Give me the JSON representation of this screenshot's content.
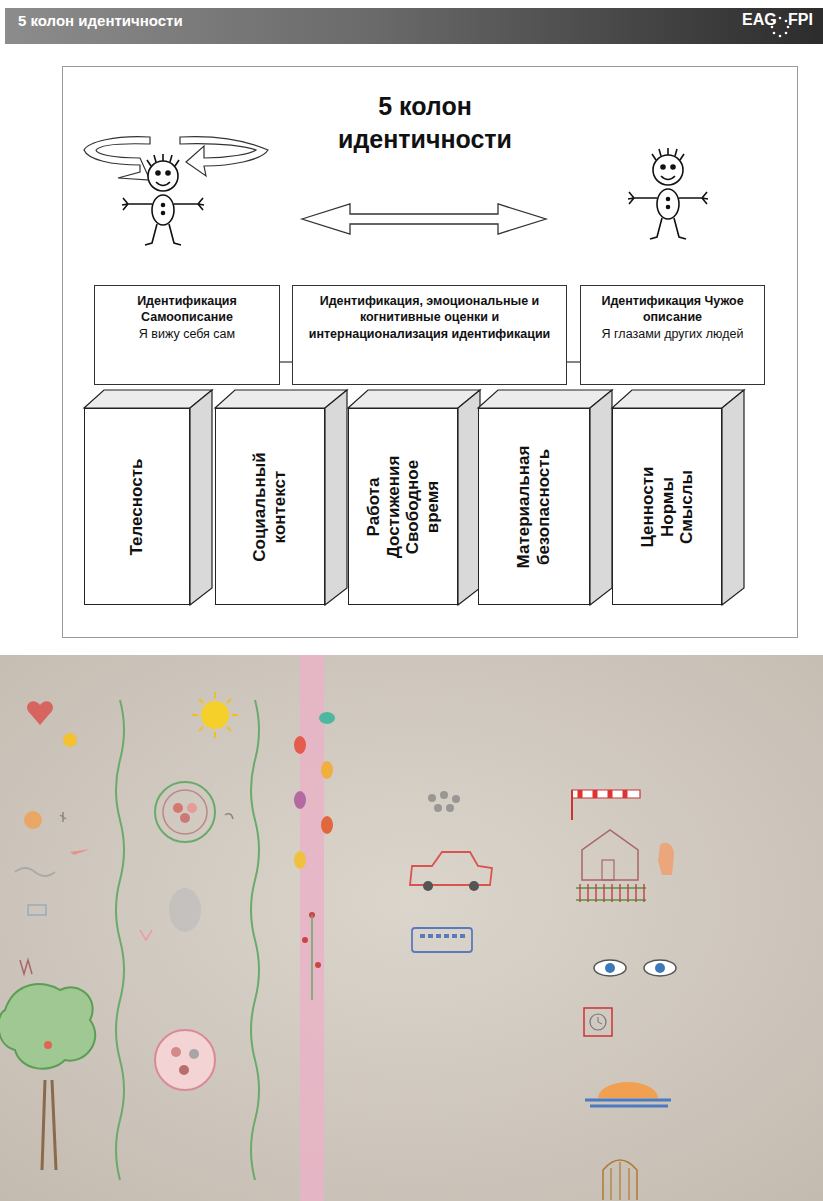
{
  "diagram": {
    "title": "5 колон идентичности",
    "nodes": [
      {
        "text": [
          "Идентификация Самоописание",
          "Я вижу себя сам"
        ]
      },
      {
        "text": [
          "Идентификация, эмоциональные и когнитивные оценки и интернационализация идентификации"
        ]
      },
      {
        "text": [
          "Идентификация Чужое описание",
          "Я глазами других людей"
        ]
      },
      {
        "text": [
          "Телесность"
        ]
      },
      {
        "text": [
          "Социальный контекст"
        ]
      },
      {
        "text": [
          "Работа Достижения Свободное время"
        ]
      },
      {
        "text": [
          "Материальная безопасность"
        ]
      },
      {
        "text": [
          "Ценности Нормы Смыслы"
        ]
      }
    ],
    "edges": [
      {
        "from": 0,
        "to": 1,
        "arrow": "none"
      },
      {
        "from": 1,
        "to": 2,
        "arrow": "none"
      }
    ],
    "labels": [
      "5 колон идентичности",
      "EAG",
      "FPI"
    ]
  }
}
